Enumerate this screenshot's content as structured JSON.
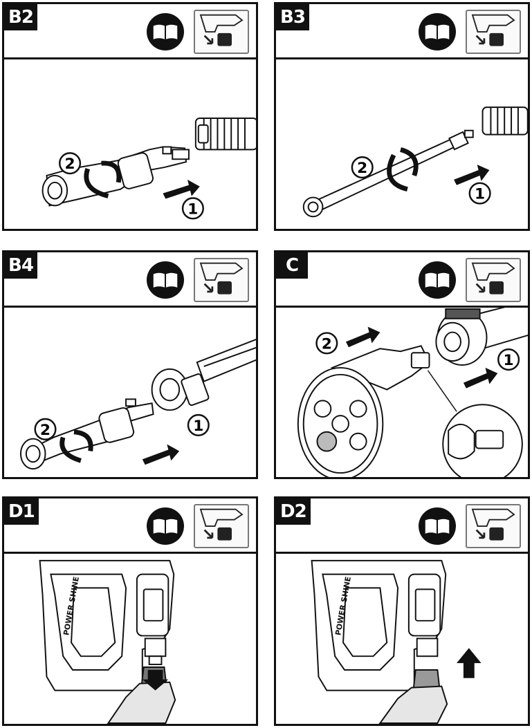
{
  "panels": [
    {
      "id": "b2",
      "label": "B2",
      "steps": [
        "1",
        "2"
      ]
    },
    {
      "id": "b3",
      "label": "B3",
      "steps": [
        "1",
        "2"
      ]
    },
    {
      "id": "b4",
      "label": "B4",
      "steps": [
        "1",
        "2"
      ]
    },
    {
      "id": "c",
      "label": "C",
      "steps": [
        "1",
        "2"
      ]
    },
    {
      "id": "d1",
      "label": "D1",
      "brand": "POWER SHINE"
    },
    {
      "id": "d2",
      "label": "D2",
      "brand": "POWER SHINE"
    }
  ],
  "icons": {
    "manual": "open-book-icon",
    "reference": "battery-insert-thumbnail-icon"
  }
}
